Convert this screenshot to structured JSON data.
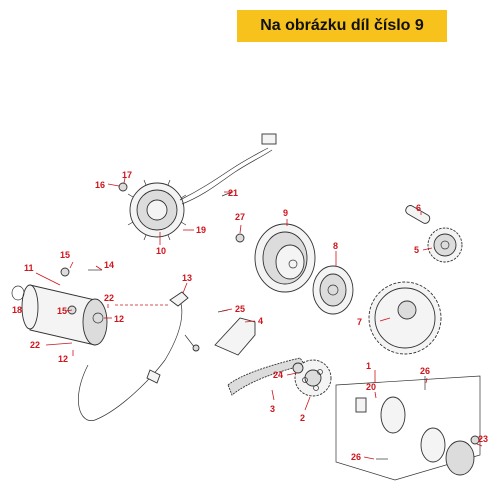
{
  "banner": {
    "text": "Na obrázku díl číslo 9"
  },
  "labels": {
    "l1": "1",
    "l2": "2",
    "l3": "3",
    "l4": "4",
    "l5": "5",
    "l6": "6",
    "l7": "7",
    "l8": "8",
    "l9": "9",
    "l10": "10",
    "l11": "11",
    "l12a": "12",
    "l12b": "12",
    "l13": "13",
    "l14": "14",
    "l15a": "15",
    "l15b": "15",
    "l16": "16",
    "l17": "17",
    "l18": "18",
    "l19": "19",
    "l20": "20",
    "l21": "21",
    "l22a": "22",
    "l22b": "22",
    "l23": "23",
    "l24": "24",
    "l25": "25",
    "l26a": "26",
    "l26b": "26",
    "l27": "27"
  },
  "colors": {
    "banner_bg": "#f7c21b",
    "label": "#d0141c",
    "line": "#333333"
  }
}
